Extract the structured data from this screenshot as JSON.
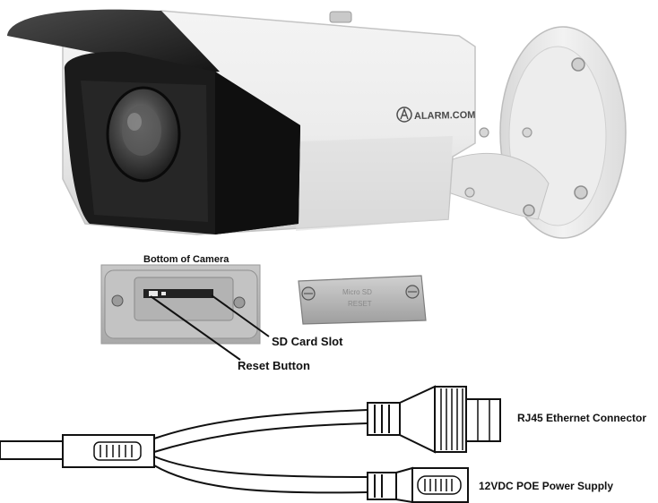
{
  "camera": {
    "brand": "ALARM.COM"
  },
  "bottom_view": {
    "heading": "Bottom of Camera",
    "cover_text_line1": "Micro SD",
    "cover_text_line2": "RESET"
  },
  "callouts": {
    "sd_card_slot": "SD Card Slot",
    "reset_button": "Reset Button"
  },
  "cable": {
    "rj45": "RJ45 Ethernet Connector",
    "power": "12VDC POE Power Supply"
  },
  "icons": [
    "alarm-logo-icon",
    "screw-icon"
  ]
}
